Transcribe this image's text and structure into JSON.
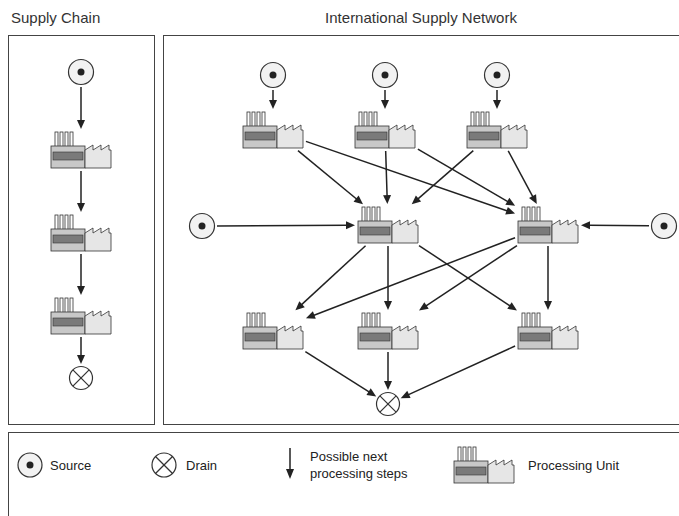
{
  "diagram": {
    "nodes": [
      {
        "text": [
          "Supply Chain"
        ]
      },
      {
        "text": [],
        "in": 0
      },
      {
        "text": [],
        "in": 0
      },
      {
        "text": [],
        "in": 0
      },
      {
        "text": [],
        "in": 0
      },
      {
        "text": [],
        "in": 0
      },
      {
        "text": [
          "International Supply Network"
        ]
      },
      {
        "text": [],
        "in": 6
      },
      {
        "text": [],
        "in": 6
      },
      {
        "text": [],
        "in": 6
      },
      {
        "text": [],
        "in": 6
      },
      {
        "text": [],
        "in": 6
      },
      {
        "text": [],
        "in": 6
      },
      {
        "text": [],
        "in": 6
      },
      {
        "text": [],
        "in": 6
      },
      {
        "text": [],
        "in": 6
      },
      {
        "text": [],
        "in": 6
      },
      {
        "text": [],
        "in": 6
      },
      {
        "text": [],
        "in": 6
      },
      {
        "text": [],
        "in": 6
      },
      {
        "text": [],
        "in": 6
      }
    ],
    "edges": [
      {
        "from": 1,
        "to": 2,
        "arrow": "to"
      },
      {
        "from": 2,
        "to": 3,
        "arrow": "to"
      },
      {
        "from": 3,
        "to": 4,
        "arrow": "to"
      },
      {
        "from": 4,
        "to": 5,
        "arrow": "to"
      },
      {
        "from": 7,
        "to": 10,
        "arrow": "to"
      },
      {
        "from": 8,
        "to": 11,
        "arrow": "to"
      },
      {
        "from": 9,
        "to": 12,
        "arrow": "to"
      },
      {
        "from": 10,
        "to": 14,
        "arrow": "to"
      },
      {
        "from": 10,
        "to": 15,
        "arrow": "to"
      },
      {
        "from": 11,
        "to": 14,
        "arrow": "to"
      },
      {
        "from": 11,
        "to": 15,
        "arrow": "to"
      },
      {
        "from": 12,
        "to": 14,
        "arrow": "to"
      },
      {
        "from": 12,
        "to": 15,
        "arrow": "to"
      },
      {
        "from": 13,
        "to": 14,
        "arrow": "to"
      },
      {
        "from": 16,
        "to": 15,
        "arrow": "to"
      },
      {
        "from": 14,
        "to": 17,
        "arrow": "to"
      },
      {
        "from": 14,
        "to": 18,
        "arrow": "to"
      },
      {
        "from": 14,
        "to": 19,
        "arrow": "to"
      },
      {
        "from": 15,
        "to": 17,
        "arrow": "to"
      },
      {
        "from": 15,
        "to": 18,
        "arrow": "to"
      },
      {
        "from": 15,
        "to": 19,
        "arrow": "to"
      },
      {
        "from": 17,
        "to": 20,
        "arrow": "to"
      },
      {
        "from": 18,
        "to": 20,
        "arrow": "to"
      },
      {
        "from": 19,
        "to": 20,
        "arrow": "to"
      }
    ],
    "legend": [
      {
        "text": "Source"
      },
      {
        "text": "Drain"
      },
      {
        "text": "Possible next processing steps"
      },
      {
        "text": "Processing Unit"
      }
    ]
  }
}
